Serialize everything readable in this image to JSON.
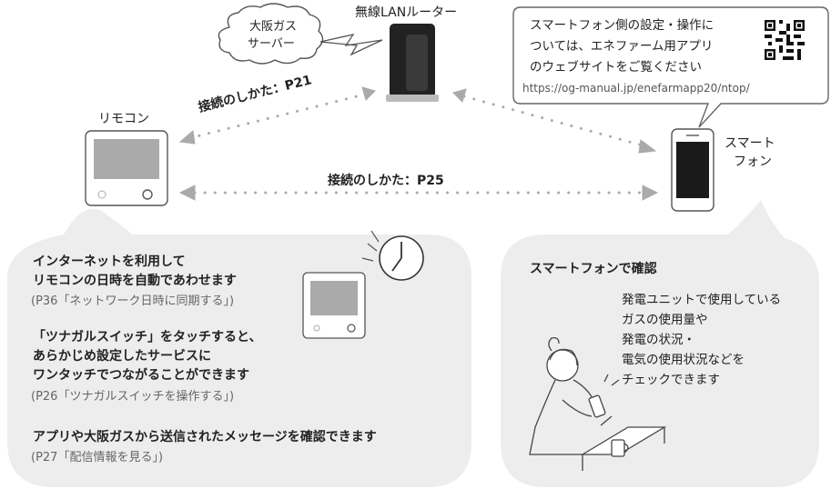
{
  "cloud": {
    "line1": "大阪ガス",
    "line2": "サーバー"
  },
  "router": {
    "label": "無線LANルーター"
  },
  "remote": {
    "label": "リモコン"
  },
  "phone": {
    "line1": "スマート",
    "line2": "フォン"
  },
  "connections": {
    "remote_router": "接続のしかた：P21",
    "remote_phone": "接続のしかた：P25"
  },
  "callout": {
    "line1": "スマートフォン側の設定・操作に",
    "line2": "ついては、エネファーム用アプリ",
    "line3": "のウェブサイトをご覧ください",
    "url": "https://og-manual.jp/enefarmapp20/ntop/"
  },
  "left_panel": {
    "item1_line1": "インターネットを利用して",
    "item1_line2": "リモコンの日時を自動であわせます",
    "item1_ref": "(P36「ネットワーク日時に同期する」)",
    "item2_line1": "「ツナガルスイッチ」をタッチすると、",
    "item2_line2": "あらかじめ設定したサービスに",
    "item2_line3": "ワンタッチでつながることができます",
    "item2_ref": "(P26「ツナガルスイッチを操作する」)",
    "item3_line1": "アプリや大阪ガスから送信されたメッセージを確認できます",
    "item3_ref": "(P27「配信情報を見る」)"
  },
  "right_panel": {
    "title": "スマートフォンで確認",
    "line1": "発電ユニットで使用している",
    "line2": "ガスの使用量や",
    "line3": "発電の状況・",
    "line4": "電気の使用状況などを",
    "line5": "チェックできます"
  },
  "colors": {
    "panel": "#ededed",
    "line": "#aaaaaa",
    "text": "#222222",
    "muted": "#666666"
  }
}
